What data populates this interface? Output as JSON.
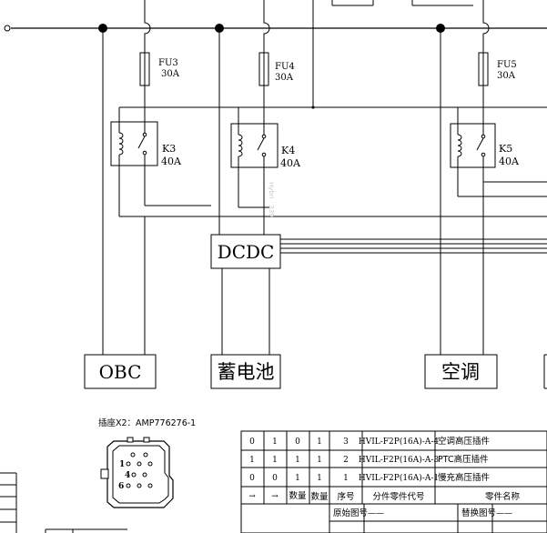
{
  "fuses": [
    {
      "id": "fu3",
      "name": "FU3",
      "rating": "30A"
    },
    {
      "id": "fu4",
      "name": "FU4",
      "rating": "30A"
    },
    {
      "id": "fu5",
      "name": "FU5",
      "rating": "30A"
    }
  ],
  "relays": [
    {
      "id": "k3",
      "name": "K3",
      "rating": "40A"
    },
    {
      "id": "k4",
      "name": "K4",
      "rating": "40A"
    },
    {
      "id": "k5",
      "name": "K5",
      "rating": "40A"
    }
  ],
  "converter": {
    "label": "DCDC"
  },
  "loads": {
    "obc": "OBC",
    "battery": "蓄电池",
    "ac": "空调"
  },
  "connector": {
    "title": "插座X2：AMP776276-1",
    "pins": [
      "1",
      "4",
      "6"
    ]
  },
  "watermark": "Hybri · 339",
  "parts_table": {
    "rows": [
      {
        "c1": "0",
        "c2": "1",
        "c3": "0",
        "c4": "1",
        "seq": "3",
        "code": "HVIL-F2P(16A)-A-4",
        "name": "空调高压插件"
      },
      {
        "c1": "1",
        "c2": "1",
        "c3": "1",
        "c4": "1",
        "seq": "2",
        "code": "HVIL-F2P(16A)-A-3",
        "name": "PTC高压插件"
      },
      {
        "c1": "0",
        "c2": "0",
        "c3": "1",
        "c4": "1",
        "seq": "1",
        "code": "HVIL-F2P(16A)-A-1",
        "name": "慢充高压插件"
      }
    ],
    "header": {
      "c1": "→",
      "c2": "→",
      "c3": "数量",
      "c4": "数量",
      "seq": "序号",
      "code": "分件零件代号",
      "name": "零件名称"
    },
    "footer": {
      "orig_label": "原始图号",
      "orig_value": "——",
      "repl_label": "替换图号",
      "repl_value": "——"
    }
  }
}
